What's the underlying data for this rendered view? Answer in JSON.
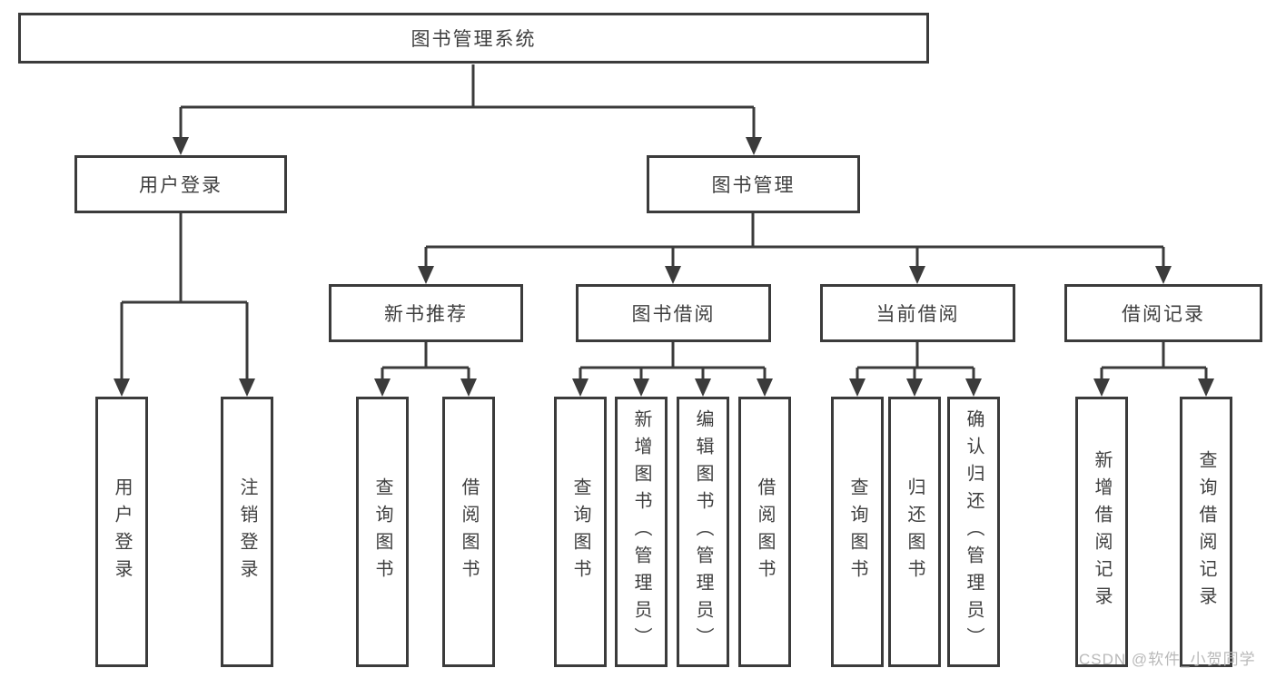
{
  "diagram": {
    "type": "tree",
    "root": {
      "label": "图书管理系统"
    },
    "level2": [
      {
        "label": "用户登录",
        "parent": "图书管理系统"
      },
      {
        "label": "图书管理",
        "parent": "图书管理系统"
      }
    ],
    "level3": [
      {
        "label": "新书推荐",
        "parent": "图书管理"
      },
      {
        "label": "图书借阅",
        "parent": "图书管理"
      },
      {
        "label": "当前借阅",
        "parent": "图书管理"
      },
      {
        "label": "借阅记录",
        "parent": "图书管理"
      }
    ],
    "leaves": [
      {
        "label": "用户登录",
        "parent": "用户登录"
      },
      {
        "label": "注销登录",
        "parent": "用户登录"
      },
      {
        "label": "查询图书",
        "parent": "新书推荐"
      },
      {
        "label": "借阅图书",
        "parent": "新书推荐"
      },
      {
        "label": "查询图书",
        "parent": "图书借阅"
      },
      {
        "label": "新增图书（管理员）",
        "parent": "图书借阅"
      },
      {
        "label": "编辑图书（管理员）",
        "parent": "图书借阅"
      },
      {
        "label": "借阅图书",
        "parent": "图书借阅"
      },
      {
        "label": "查询图书",
        "parent": "当前借阅"
      },
      {
        "label": "归还图书",
        "parent": "当前借阅"
      },
      {
        "label": "确认归还（管理员）",
        "parent": "当前借阅"
      },
      {
        "label": "新增借阅记录",
        "parent": "借阅记录"
      },
      {
        "label": "查询借阅记录",
        "parent": "借阅记录"
      }
    ]
  },
  "watermark": {
    "text": "CSDN @软件_小贺同学",
    "color": "#b9b9b9"
  },
  "colors": {
    "line": "#3b3b3b",
    "text": "#3f3f3f",
    "background": "#ffffff",
    "box_fill": "#ffffff"
  }
}
